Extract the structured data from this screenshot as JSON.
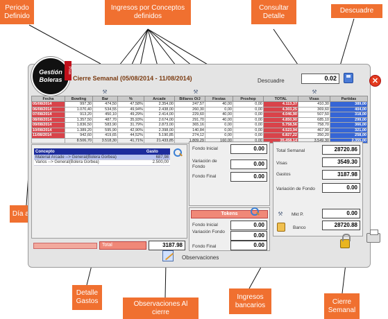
{
  "callouts": {
    "periodo": "Periodo Definido",
    "ingresos": "Ingresos por Conceptos definidos",
    "consultar": "Consultar Detalle",
    "descuadre": "Descuadre",
    "dia": "Día a Día",
    "detalle": "Detalle Gastos",
    "observaciones": "Observaciones Al cierre",
    "bancarios": "Ingresos bancarios",
    "cierre": "Cierre Semanal"
  },
  "logo": {
    "line1": "Gestión",
    "line2": "Boleras",
    "badge": "Piras"
  },
  "window": {
    "title": "Cierre Semanal (05/08/2014 - 11/08/2014)",
    "descuadre_label": "Descuadre",
    "descuadre_value": "0.02"
  },
  "table": {
    "headers": [
      "Fecha",
      "Bowling",
      "Bar",
      "%",
      "Arcade",
      "Billares O/J",
      "Fiestas",
      "Proshop",
      "TOTAL",
      "Visas",
      "Partidas"
    ],
    "rows": [
      [
        "05/08/2014",
        "997,30",
        "474,50",
        "47,58%",
        "2.354,00",
        "247,57",
        "40,00",
        "0,00",
        "4.113,37",
        "410,30",
        "389,00"
      ],
      [
        "06/08/2014",
        "1.070,40",
        "534,55",
        "49,94%",
        "2.438,00",
        "260,30",
        "0,00",
        "0,00",
        "4.303,25",
        "369,60",
        "404,00"
      ],
      [
        "07/08/2014",
        "913,20",
        "450,10",
        "49,29%",
        "2.414,00",
        "229,60",
        "40,00",
        "0,00",
        "4.046,90",
        "507,50",
        "318,00"
      ],
      [
        "08/08/2014",
        "1.357,50",
        "487,70",
        "35,93%",
        "2.674,00",
        "291,70",
        "40,00",
        "0,00",
        "4.850,90",
        "685,10",
        "299,00"
      ],
      [
        "09/08/2014",
        "1.836,50",
        "583,90",
        "31,79%",
        "2.873,00",
        "365,16",
        "0,00",
        "0,00",
        "5.758,56",
        "758,70",
        "366,00"
      ],
      [
        "10/08/2014",
        "1.389,20",
        "595,90",
        "42,90%",
        "2.398,00",
        "140,84",
        "0,00",
        "0,00",
        "4.523,94",
        "467,90",
        "321,00"
      ],
      [
        "11/08/2014",
        "942,60",
        "419,65",
        "44,52%",
        "5.190,85",
        "274,12",
        "0,00",
        "0,00",
        "6.827,22",
        "350,20",
        "258,00"
      ]
    ],
    "sum": [
      "",
      "8.506,70",
      "3.518,30",
      "41,71%",
      "21.433,85",
      "1.809,29",
      "160,00",
      "0,00",
      "35.458,14",
      "3.549,30",
      "2.355,00"
    ]
  },
  "gastos": {
    "headers": [
      "Concepto",
      "Gasto"
    ],
    "rows": [
      [
        "Material Arcade --> General(Bolera Gorbea)",
        "687,98"
      ],
      [
        "Varios --> General(Bolera Gorbea)",
        "2.500,00"
      ]
    ],
    "total_label": "Total",
    "total_value": "3187.98"
  },
  "fondo": {
    "inicial_label": "Fondo Inicial",
    "inicial_value": "0.00",
    "variacion_label": "Variación de Fondo",
    "variacion_value": "0.00",
    "final_label": "Fondo Final",
    "final_value": "0.00"
  },
  "tokens": {
    "title": "Tokens",
    "inicial_label": "Fondo Inicial",
    "inicial_value": "0.00",
    "variacion_label": "Variación Fondo",
    "variacion_value": "0.00",
    "final_label": "Fondo Final",
    "final_value": "0.00"
  },
  "resumen": {
    "total_label": "Total Semanal",
    "total_value": "28720.86",
    "visas_label": "Visas",
    "visas_value": "3549.30",
    "gastos_label": "Gastos",
    "gastos_value": "3187.98",
    "variacion_label": "Variación de Fondo",
    "variacion_value": "0.00",
    "mktp_label": "Mkt P.",
    "mktp_value": "0.00",
    "banco_label": "Banco",
    "banco_value": "28720.88"
  },
  "observaciones_label": "Observaciones",
  "colors": {
    "accent": "#f07030",
    "date_red": "#d9434a",
    "partidas_blue": "#3565d6"
  }
}
